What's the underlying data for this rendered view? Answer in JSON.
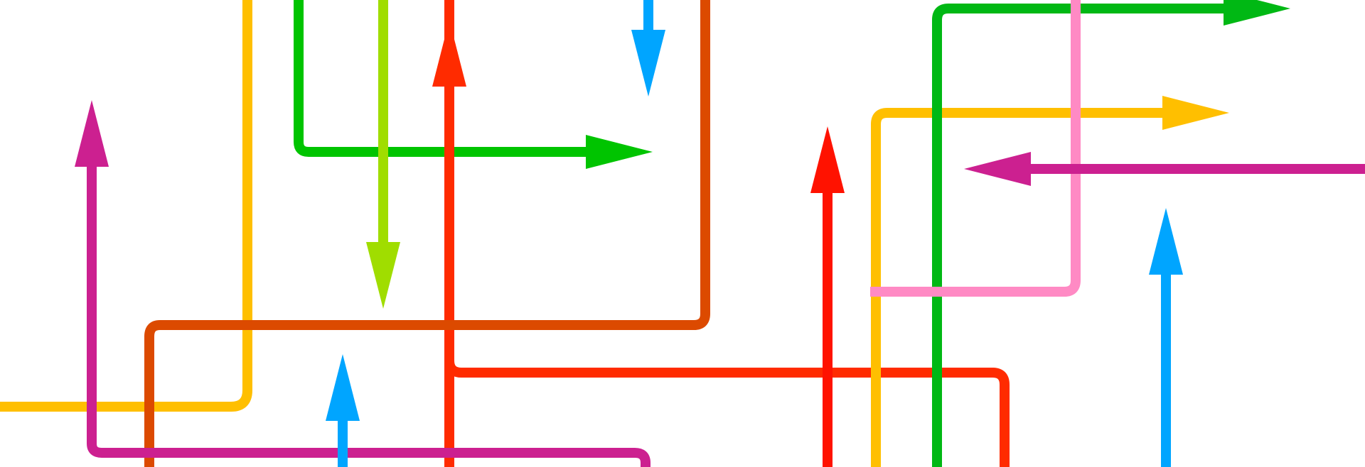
{
  "diagram": {
    "background": "#ffffff",
    "arrows": [
      {
        "id": "yellow-left",
        "color": "#ffbf00",
        "head": "none"
      },
      {
        "id": "green-top",
        "color": "#00c400",
        "head": "right"
      },
      {
        "id": "lime",
        "color": "#a0dd00",
        "head": "down"
      },
      {
        "id": "blue-top",
        "color": "#00a5ff",
        "head": "down"
      },
      {
        "id": "red-center",
        "color": "#ff2b00",
        "head": "up"
      },
      {
        "id": "orange-brown",
        "color": "#dc4a00",
        "head": "none"
      },
      {
        "id": "magenta-left",
        "color": "#cc2090",
        "head": "up"
      },
      {
        "id": "blue-bottom",
        "color": "#00a5ff",
        "head": "up"
      },
      {
        "id": "red-right",
        "color": "#ff1200",
        "head": "up"
      },
      {
        "id": "yellow-right",
        "color": "#ffbf00",
        "head": "right"
      },
      {
        "id": "green-right",
        "color": "#00b814",
        "head": "right"
      },
      {
        "id": "pink",
        "color": "#ff8ac4",
        "head": "none"
      },
      {
        "id": "magenta-right",
        "color": "#cc2090",
        "head": "left"
      },
      {
        "id": "blue-right",
        "color": "#00a5ff",
        "head": "up"
      }
    ]
  }
}
